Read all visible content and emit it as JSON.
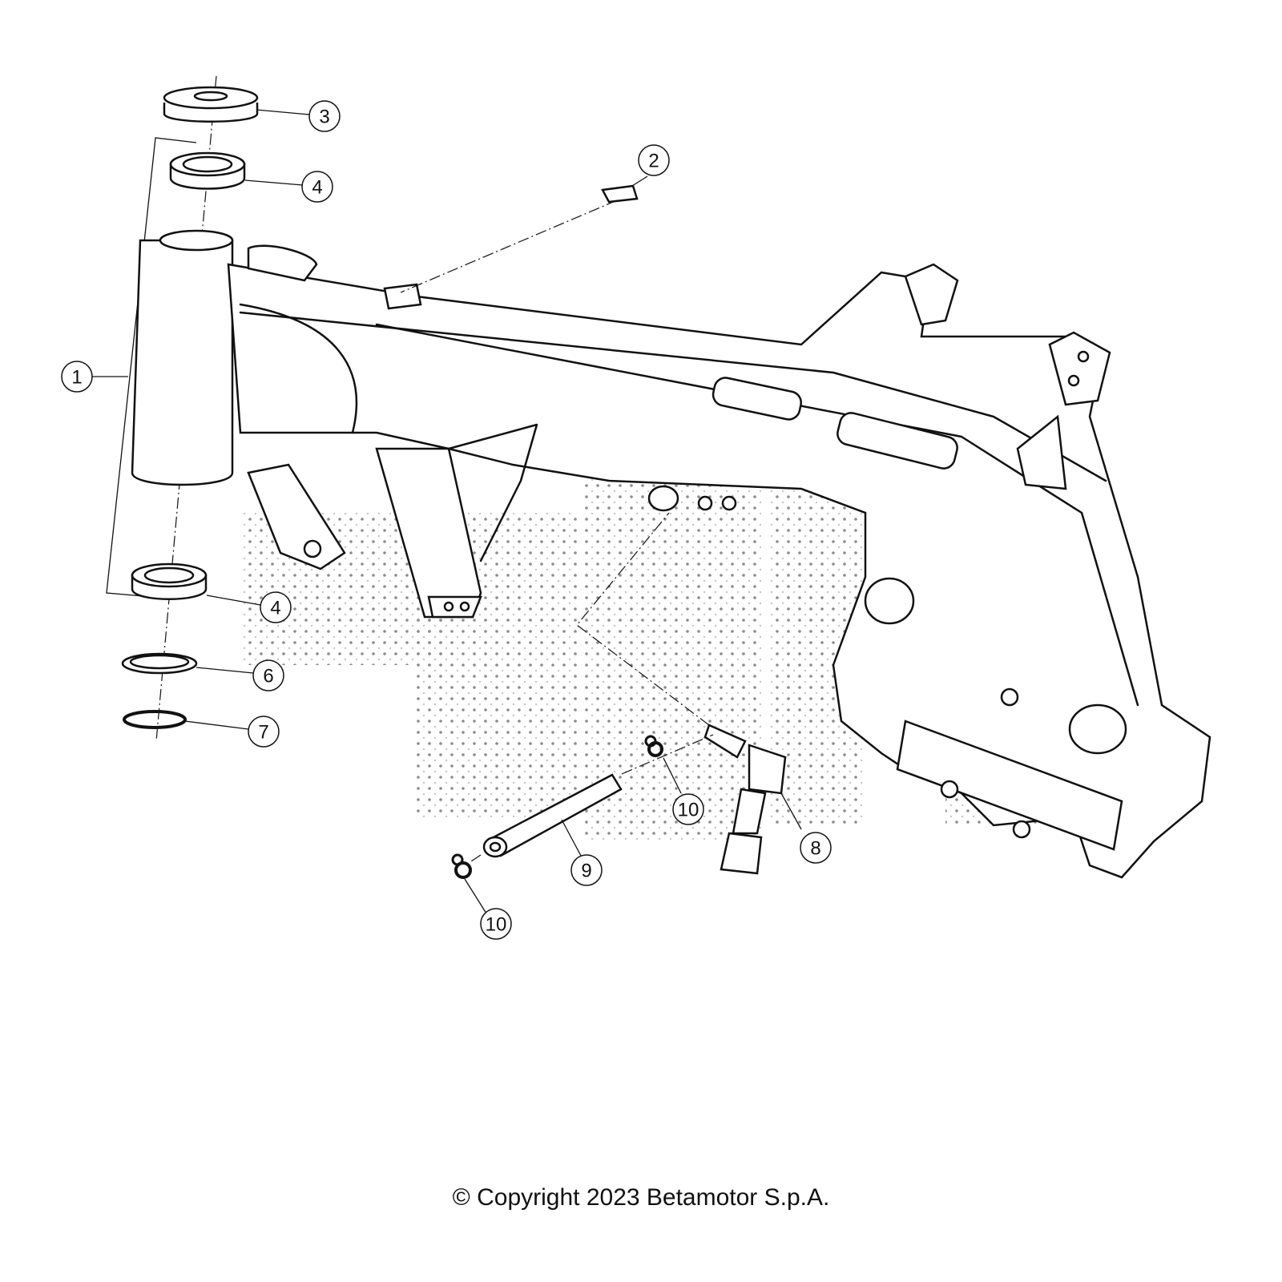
{
  "diagram": {
    "title": "Frame exploded view",
    "watermark_color": "#9a9a9a",
    "callouts": [
      {
        "id": "callout-1",
        "label": "1"
      },
      {
        "id": "callout-2",
        "label": "2"
      },
      {
        "id": "callout-3",
        "label": "3"
      },
      {
        "id": "callout-4a",
        "label": "4"
      },
      {
        "id": "callout-4b",
        "label": "4"
      },
      {
        "id": "callout-6",
        "label": "6"
      },
      {
        "id": "callout-7",
        "label": "7"
      },
      {
        "id": "callout-8",
        "label": "8"
      },
      {
        "id": "callout-9",
        "label": "9"
      },
      {
        "id": "callout-10a",
        "label": "10"
      },
      {
        "id": "callout-10b",
        "label": "10"
      }
    ]
  },
  "footer": {
    "copyright": "© Copyright 2023 Betamotor S.p.A."
  }
}
